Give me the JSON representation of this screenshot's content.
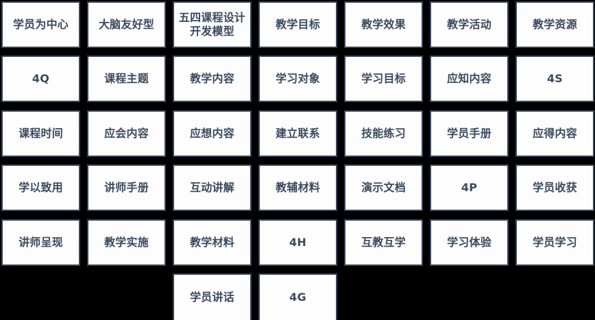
{
  "board": {
    "background_color": "#000000",
    "cell_fill_color": "#fdfdfd",
    "cell_border_color": "#37465c",
    "text_color": "#3a4a5f",
    "columns": 7,
    "rows": 6
  },
  "rows": [
    {
      "index": 1,
      "cells": [
        {
          "label": "学员为中心"
        },
        {
          "label": "大脑友好型"
        },
        {
          "label": "五四课程设计开发模型"
        },
        {
          "label": "教学目标"
        },
        {
          "label": "教学效果"
        },
        {
          "label": "教学活动"
        },
        {
          "label": "教学资源"
        }
      ]
    },
    {
      "index": 2,
      "cells": [
        {
          "label": "4Q"
        },
        {
          "label": "课程主题"
        },
        {
          "label": "教学内容"
        },
        {
          "label": "学习对象"
        },
        {
          "label": "学习目标"
        },
        {
          "label": "应知内容"
        },
        {
          "label": "4S"
        }
      ]
    },
    {
      "index": 3,
      "cells": [
        {
          "label": "课程时间"
        },
        {
          "label": "应会内容"
        },
        {
          "label": "应想内容"
        },
        {
          "label": "建立联系"
        },
        {
          "label": "技能练习"
        },
        {
          "label": "学员手册"
        },
        {
          "label": "应得内容"
        }
      ]
    },
    {
      "index": 4,
      "cells": [
        {
          "label": "学以致用"
        },
        {
          "label": "讲师手册"
        },
        {
          "label": "互动讲解"
        },
        {
          "label": "教辅材料"
        },
        {
          "label": "演示文档"
        },
        {
          "label": "4P"
        },
        {
          "label": "学员收获"
        }
      ]
    },
    {
      "index": 5,
      "cells": [
        {
          "label": "讲师呈现"
        },
        {
          "label": "教学实施"
        },
        {
          "label": "教学材料"
        },
        {
          "label": "4H"
        },
        {
          "label": "互教互学"
        },
        {
          "label": "学习体验"
        },
        {
          "label": "学员学习"
        }
      ]
    },
    {
      "index": 6,
      "cells": [
        {
          "label": "学员讲话",
          "column": 3
        },
        {
          "label": "4G",
          "column": 4
        }
      ]
    }
  ]
}
